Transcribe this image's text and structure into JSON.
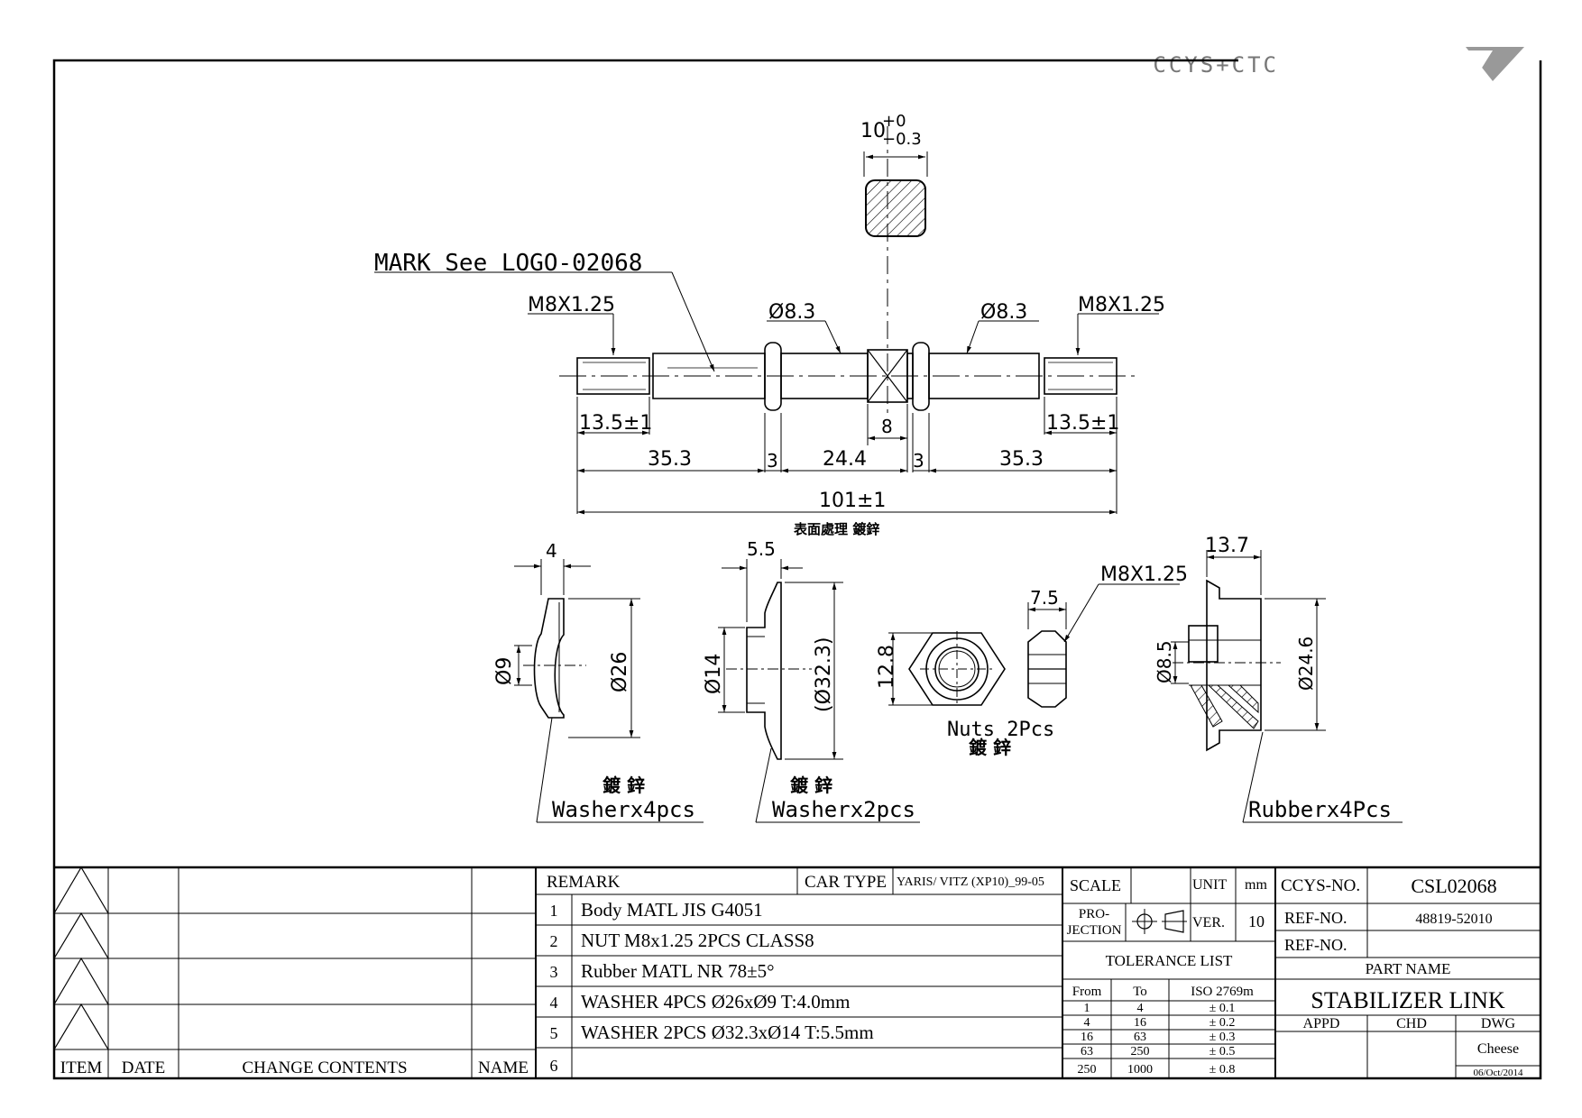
{
  "logo": {
    "text": "CCYS+CTC"
  },
  "drawing": {
    "mark_note": "MARK See LOGO-02068",
    "thread_left": "M8X1.25",
    "thread_right": "M8X1.25",
    "dia_left": "Ø8.3",
    "dia_right": "Ø8.3",
    "square_tol_base": "10",
    "square_tol_plus": "+0",
    "square_tol_minus": "−0.3",
    "square_width": "8",
    "thread_len_left": "13.5±1",
    "thread_len_right": "13.5±1",
    "seg_left": "35.3",
    "seg_w1": "3",
    "seg_mid": "24.4",
    "seg_w2": "3",
    "seg_right": "35.3",
    "overall": "101±1",
    "surface_note": "表面處理 鍍鋅",
    "washer1": {
      "thickness": "4",
      "inner": "Ø9",
      "outer": "Ø26",
      "plating": "鍍 鋅",
      "label": "Washerx4pcs"
    },
    "washer2": {
      "thickness": "5.5",
      "inner": "Ø14",
      "outer": "(Ø32.3)",
      "plating": "鍍 鋅",
      "label": "Washerx2pcs"
    },
    "nut": {
      "width": "12.8",
      "height": "7.5",
      "thread": "M8X1.25",
      "label": "Nuts 2Pcs",
      "plating": "鍍 鋅"
    },
    "rubber": {
      "length": "13.7",
      "inner": "Ø8.5",
      "outer": "Ø24.6",
      "label": "Rubberx4Pcs"
    }
  },
  "revision_table": {
    "headers": [
      "ITEM",
      "DATE",
      "CHANGE CONTENTS",
      "NAME"
    ]
  },
  "remark_table": {
    "remark_label": "REMARK",
    "car_type_label": "CAR TYPE",
    "car_type_value": "YARIS/ VITZ (XP10)_99-05",
    "rows": [
      {
        "no": "1",
        "text": "Body MATL JIS G4051"
      },
      {
        "no": "2",
        "text": "NUT M8x1.25 2PCS CLASS8"
      },
      {
        "no": "3",
        "text": "Rubber MATL NR 78±5°"
      },
      {
        "no": "4",
        "text": "WASHER 4PCS Ø26xØ9 T:4.0mm"
      },
      {
        "no": "5",
        "text": "WASHER 2PCS Ø32.3xØ14 T:5.5mm"
      },
      {
        "no": "6",
        "text": ""
      }
    ]
  },
  "spec_block": {
    "scale_label": "SCALE",
    "scale_value": "",
    "unit_label": "UNIT",
    "unit_value": "mm",
    "projection_label_1": "PRO-",
    "projection_label_2": "JECTION",
    "ver_label": "VER.",
    "ver_value": "10",
    "tolerance_title": "TOLERANCE LIST",
    "tolerance_headers": [
      "From",
      "To",
      "ISO 2769m"
    ],
    "tolerance_rows": [
      [
        "1",
        "4",
        "± 0.1"
      ],
      [
        "4",
        "16",
        "± 0.2"
      ],
      [
        "16",
        "63",
        "± 0.3"
      ],
      [
        "63",
        "250",
        "± 0.5"
      ],
      [
        "250",
        "1000",
        "± 0.8"
      ]
    ]
  },
  "title_block": {
    "ccys_no_label": "CCYS-NO.",
    "ccys_no_value": "CSL02068",
    "ref_no_label_1": "REF-NO.",
    "ref_no_value_1": "48819-52010",
    "ref_no_label_2": "REF-NO.",
    "ref_no_value_2": "",
    "part_name_label": "PART NAME",
    "part_name_value": "STABILIZER LINK",
    "appd_label": "APPD",
    "chd_label": "CHD",
    "dwg_label": "DWG",
    "dwg_value": "Cheese",
    "date_value": "06/Oct/2014"
  }
}
